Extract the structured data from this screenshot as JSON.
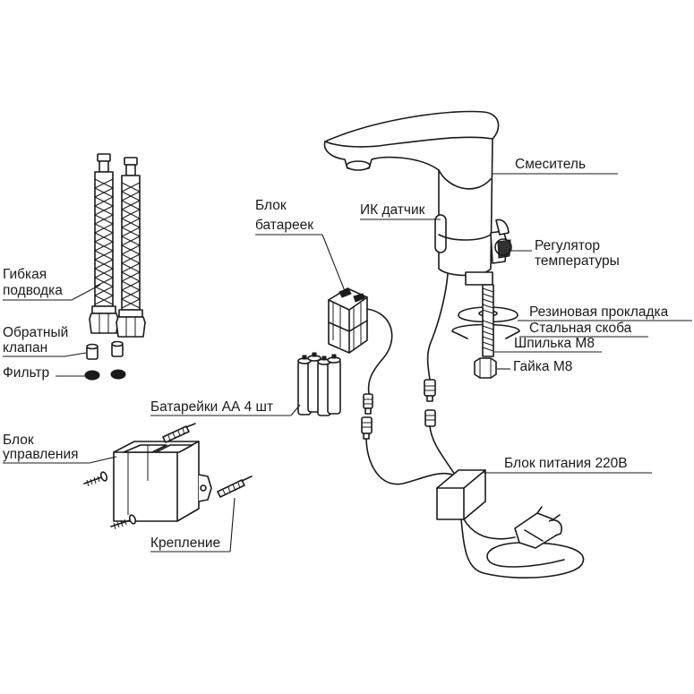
{
  "labels": {
    "smesitel": "Смеситель",
    "ik_datchik": "ИК датчик",
    "regulator_1": "Регулятор",
    "regulator_2": "температуры",
    "prokladka": "Резиновая прокладка",
    "skoba": "Стальная скоба",
    "shpilka": "Шпилька М8",
    "gaika": "Гайка М8",
    "blok_pitaniya": "Блок питания 220В",
    "blok_batareek_1": "Блок",
    "blok_batareek_2": "батареек",
    "batareyki": "Батарейки АА 4 шт",
    "gibkaya_1": "Гибкая",
    "gibkaya_2": "подводка",
    "obratny_1": "Обратный",
    "obratny_2": "клапан",
    "filtr": "Фильтр",
    "blok_upr_1": "Блок",
    "blok_upr_2": "управления",
    "kreplenie": "Крепление"
  }
}
